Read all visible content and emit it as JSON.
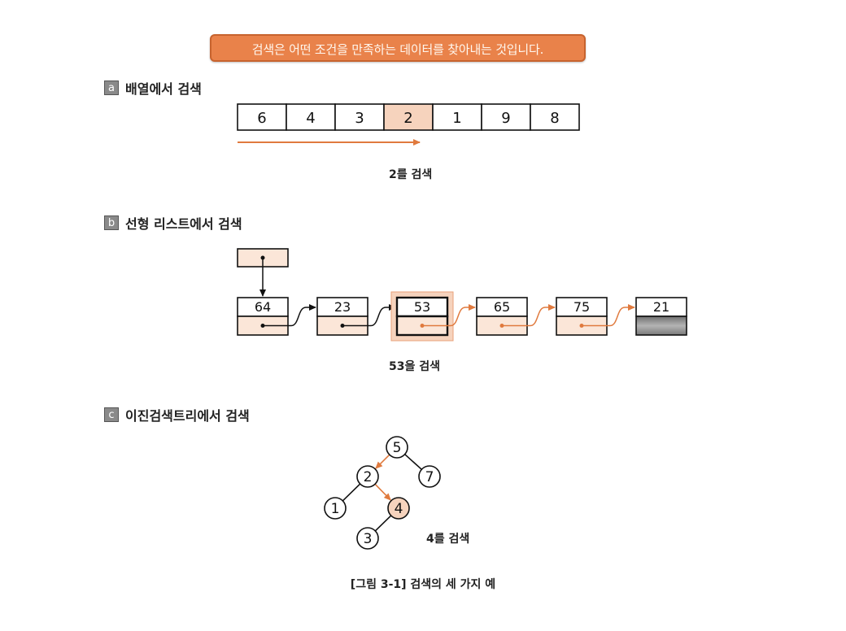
{
  "banner": "검색은 어떤 조건을 만족하는 데이터를 찾아내는 것입니다.",
  "sections": {
    "a": {
      "badge": "a",
      "title": "배열에서 검색",
      "caption": "2를 검색"
    },
    "b": {
      "badge": "b",
      "title": "선형 리스트에서 검색",
      "caption": "53을 검색"
    },
    "c": {
      "badge": "c",
      "title": "이진검색트리에서 검색",
      "caption": "4를 검색"
    }
  },
  "array": {
    "cells": [
      "6",
      "4",
      "3",
      "2",
      "1",
      "9",
      "8"
    ],
    "highlight_index": 3
  },
  "linked_list": {
    "nodes": [
      "64",
      "23",
      "53",
      "65",
      "75",
      "21"
    ],
    "highlight_index": 2,
    "tail_index": 5
  },
  "tree": {
    "nodes": [
      {
        "id": "n5",
        "label": "5"
      },
      {
        "id": "n2",
        "label": "2"
      },
      {
        "id": "n7",
        "label": "7"
      },
      {
        "id": "n1",
        "label": "1"
      },
      {
        "id": "n4",
        "label": "4",
        "highlight": true
      },
      {
        "id": "n3",
        "label": "3"
      }
    ],
    "edges": [
      {
        "from": "n5",
        "to": "n2",
        "search_path": true
      },
      {
        "from": "n5",
        "to": "n7"
      },
      {
        "from": "n2",
        "to": "n1"
      },
      {
        "from": "n2",
        "to": "n4",
        "search_path": true
      },
      {
        "from": "n4",
        "to": "n3"
      }
    ]
  },
  "figure_caption": "[그림 3-1] 검색의 세 가지 예",
  "colors": {
    "accent": "#e9824a",
    "accent_dark": "#c7632e",
    "highlight_fill": "#f6d3bd",
    "node_fill": "#fbe6d8",
    "tail_fill": "#8f8f8f"
  }
}
